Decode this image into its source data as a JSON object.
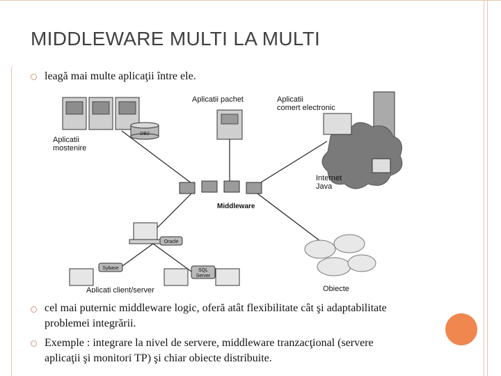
{
  "slide": {
    "title": "MIDDLEWARE MULTI LA MULTI",
    "bullets": [
      "leagă mai multe aplicaţii între ele.",
      "cel mai puternic middleware logic, oferă atât flexibilitate cât şi adaptabilitate problemei integrării.",
      "Exemple : integrare la nivel de servere, middleware tranzacţional (servere aplicaţii şi monitori TP) şi chiar obiecte distribuite."
    ],
    "bullet_lines": {
      "b2_line1": "cel mai puternic middleware logic, oferă atât flexibilitate cât şi adaptabilitate",
      "b2_line2": "problemei integrării.",
      "b3_line1": "Exemple : integrare la nivel de servere, middleware tranzacţional (servere",
      "b3_line2": "aplicaţii şi monitori TP) şi chiar obiecte distribuite."
    }
  },
  "diagram": {
    "labels": {
      "aplicatii_pachet": "Aplicatii pachet",
      "comert_line1": "Aplicatii",
      "comert_line2": "comert electronic",
      "mostenire_line1": "Aplicatii",
      "mostenire_line2": "mostenire",
      "internet_line1": "Internet",
      "internet_line2": "Java",
      "middleware": "Middleware",
      "client_server": "Aplicati client/server",
      "obiecte": "Obiecte",
      "db2": "DB2",
      "oracle": "Oracle",
      "sybase": "Sybase",
      "sql_line1": "SQL",
      "sql_line2": "Server"
    }
  },
  "colors": {
    "accent_orange": "#f0874f",
    "frame_line": "#e9c2b0",
    "bullet_ring": "#d89a7c",
    "title_gray": "#404040"
  }
}
